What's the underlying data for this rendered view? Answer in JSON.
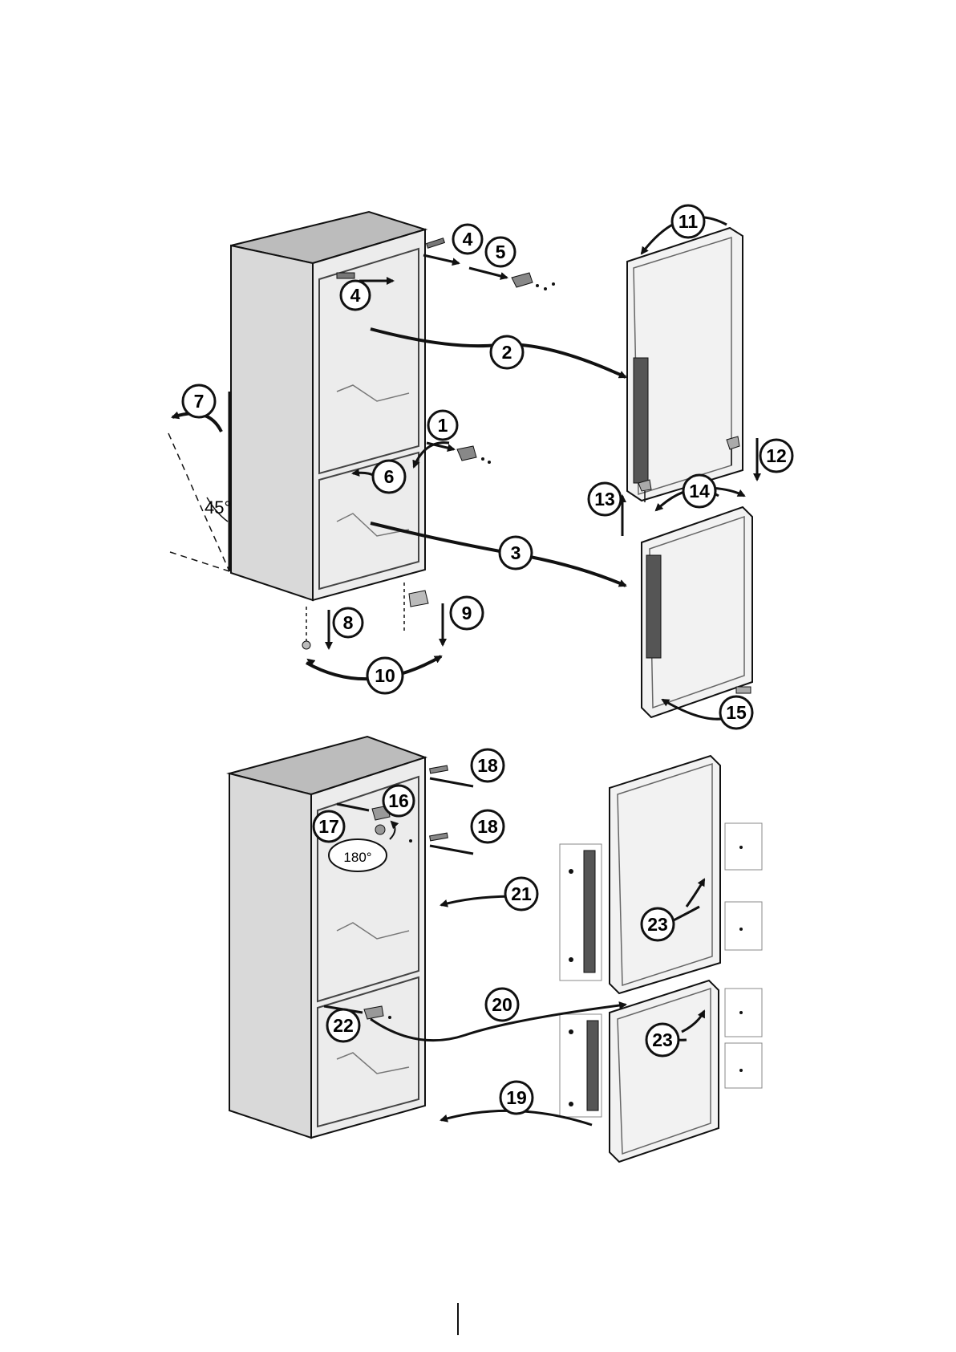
{
  "colors": {
    "ink": "#111111",
    "cabinet_side": "#d9d9d9",
    "cabinet_top": "#bcbcbc",
    "door_face": "#f2f2f2",
    "handle": "#555555"
  },
  "callouts": {
    "c1": "1",
    "c2": "2",
    "c3": "3",
    "c4a": "4",
    "c4b": "4",
    "c5": "5",
    "c6": "6",
    "c7": "7",
    "c8": "8",
    "c9": "9",
    "c10": "10",
    "c11": "11",
    "c12": "12",
    "c13": "13",
    "c14": "14",
    "c15": "15",
    "c16": "16",
    "c17": "17",
    "c18a": "18",
    "c18b": "18",
    "c19": "19",
    "c20": "20",
    "c21": "21",
    "c22": "22",
    "c23a": "23",
    "c23b": "23"
  },
  "angle_label": "45°",
  "rotation_label": "180°"
}
